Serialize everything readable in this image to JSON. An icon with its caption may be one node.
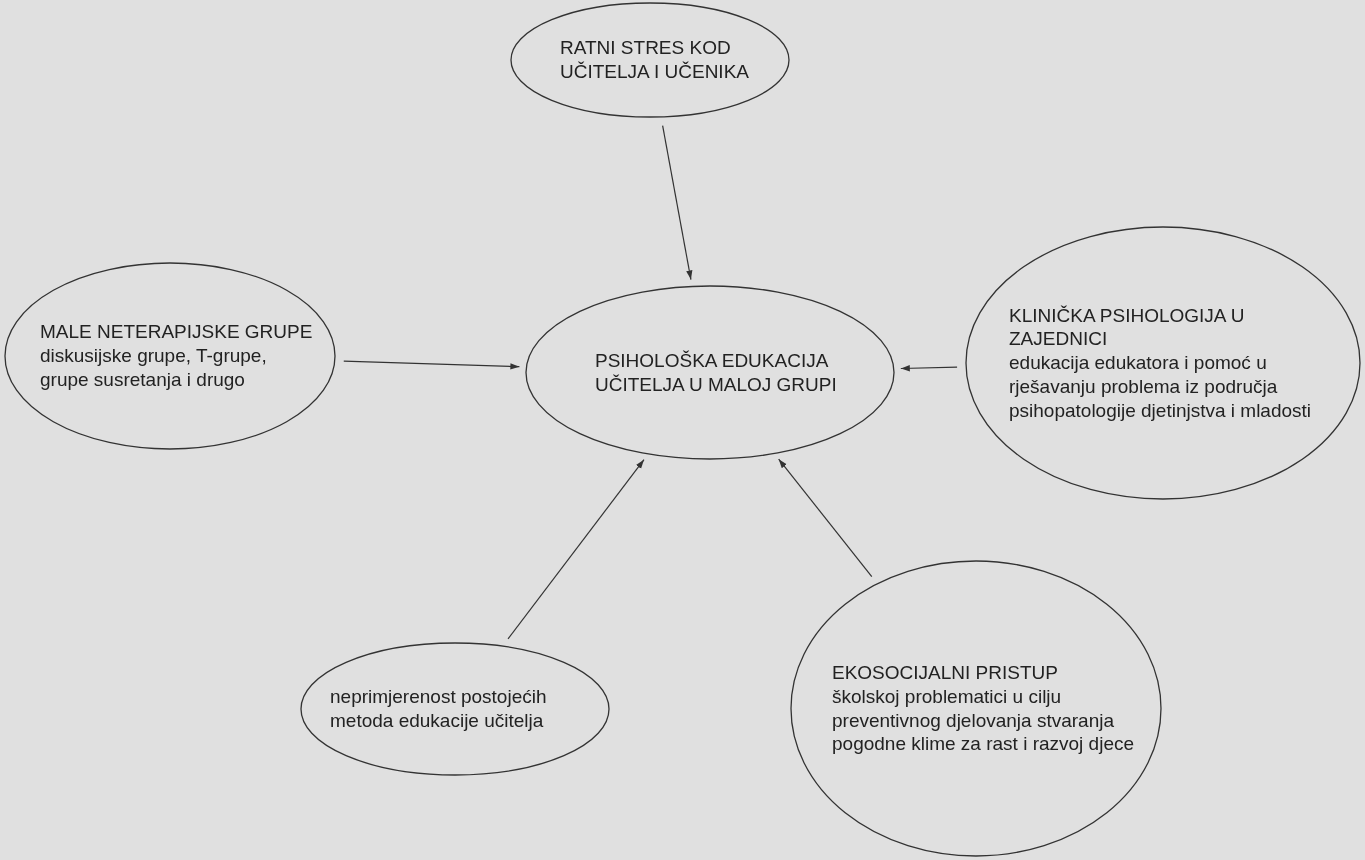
{
  "diagram": {
    "nodes": [
      {
        "text": [
          "RATNI STRES KOD UČITELJA I UČENIKA"
        ]
      },
      {
        "text": [
          "MALE NETERAPIJSKE GRUPE",
          "diskusijske grupe, T-grupe, grupe susretanja i drugo"
        ]
      },
      {
        "text": [
          "PSIHOLOŠKA EDUKACIJA UČITELJA U MALOJ GRUPI"
        ]
      },
      {
        "text": [
          "KLINIČKA PSIHOLOGIJA U ZAJEDNICI",
          "edukacija edukatora i pomoć u rješavanju problema iz područja psihopatologije djetinjstva i mladosti"
        ]
      },
      {
        "text": [
          "neprimjerenost postojećih metoda edukacije učitelja"
        ]
      },
      {
        "text": [
          "EKOSOCIJALNI PRISTUP",
          "školskoj problematici u cilju preventivnog djelovanja stvaranja pogodne klime za rast i razvoj djece"
        ]
      }
    ],
    "edges": [
      {
        "from": 0,
        "to": 2,
        "arrow": "to"
      },
      {
        "from": 1,
        "to": 2,
        "arrow": "to"
      },
      {
        "from": 3,
        "to": 2,
        "arrow": "to"
      },
      {
        "from": 4,
        "to": 2,
        "arrow": "to"
      },
      {
        "from": 5,
        "to": 2,
        "arrow": "to"
      }
    ]
  }
}
